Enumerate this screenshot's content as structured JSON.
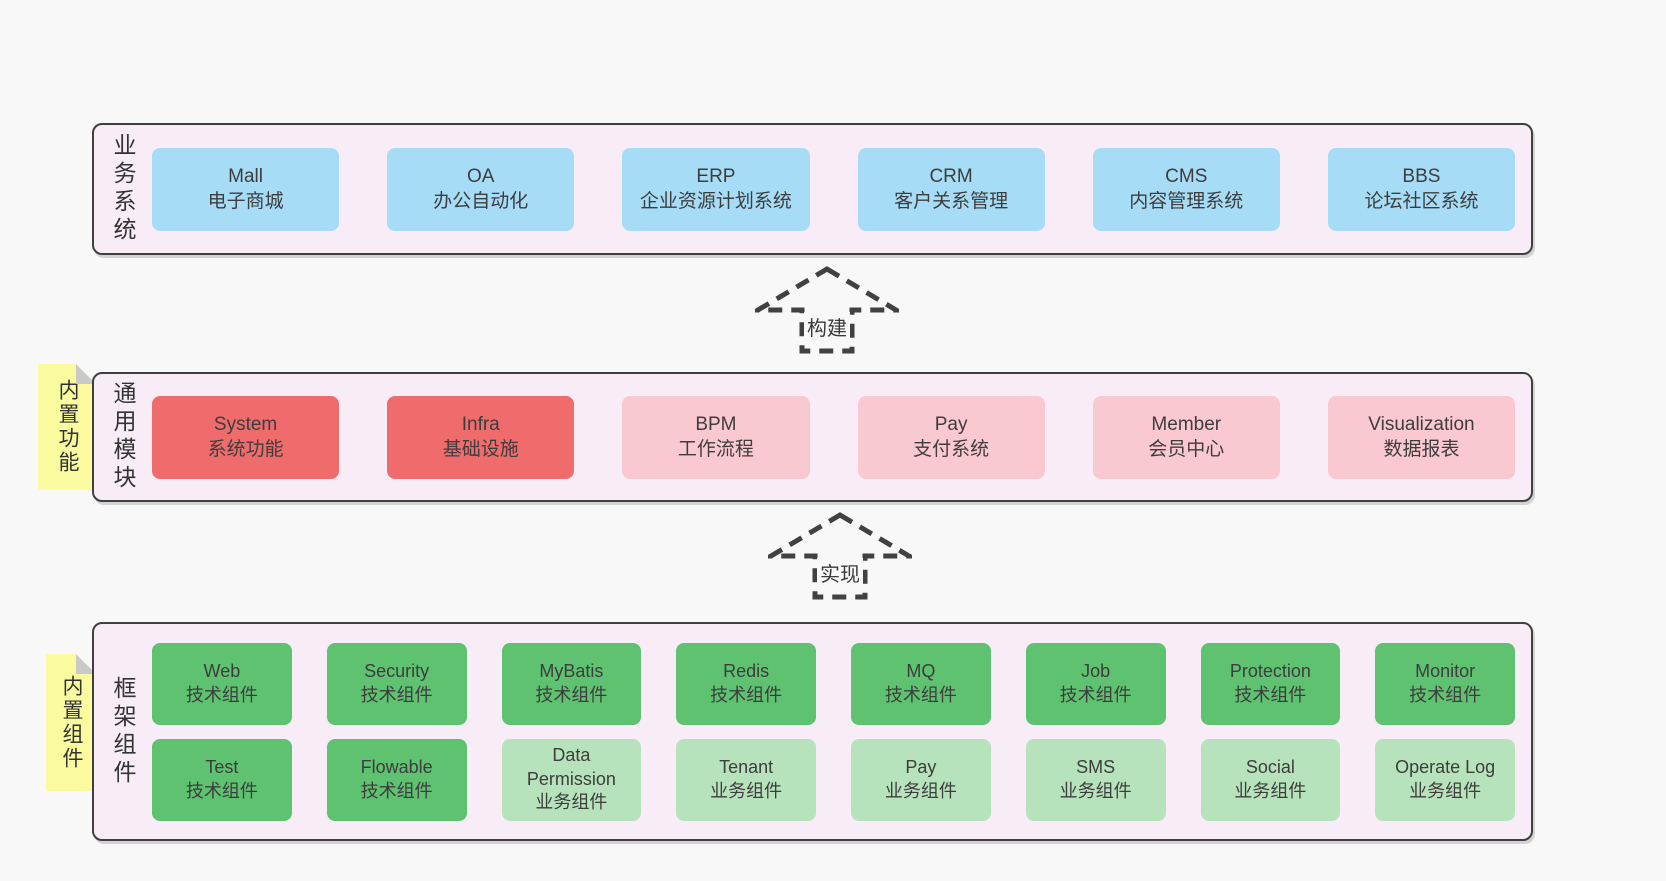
{
  "diagram": {
    "layers": [
      {
        "label": "业务系统",
        "rows": [
          [
            {
              "en": "Mall",
              "zh": "电子商城"
            },
            {
              "en": "OA",
              "zh": "办公自动化"
            },
            {
              "en": "ERP",
              "zh": "企业资源计划系统"
            },
            {
              "en": "CRM",
              "zh": "客户关系管理"
            },
            {
              "en": "CMS",
              "zh": "内容管理系统"
            },
            {
              "en": "BBS",
              "zh": "论坛社区系统"
            }
          ]
        ]
      },
      {
        "label": "通用模块",
        "note": "内置功能",
        "rows": [
          [
            {
              "en": "System",
              "zh": "系统功能"
            },
            {
              "en": "Infra",
              "zh": "基础设施"
            },
            {
              "en": "BPM",
              "zh": "工作流程"
            },
            {
              "en": "Pay",
              "zh": "支付系统"
            },
            {
              "en": "Member",
              "zh": "会员中心"
            },
            {
              "en": "Visualization",
              "zh": "数据报表"
            }
          ]
        ]
      },
      {
        "label": "框架组件",
        "note": "内置组件",
        "rows": [
          [
            {
              "en": "Web",
              "zh": "技术组件"
            },
            {
              "en": "Security",
              "zh": "技术组件"
            },
            {
              "en": "MyBatis",
              "zh": "技术组件"
            },
            {
              "en": "Redis",
              "zh": "技术组件"
            },
            {
              "en": "MQ",
              "zh": "技术组件"
            },
            {
              "en": "Job",
              "zh": "技术组件"
            },
            {
              "en": "Protection",
              "zh": "技术组件"
            },
            {
              "en": "Monitor",
              "zh": "技术组件"
            }
          ],
          [
            {
              "en": "Test",
              "zh": "技术组件"
            },
            {
              "en": "Flowable",
              "zh": "技术组件"
            },
            {
              "en": "Data Permission",
              "zh": "业务组件"
            },
            {
              "en": "Tenant",
              "zh": "业务组件"
            },
            {
              "en": "Pay",
              "zh": "业务组件"
            },
            {
              "en": "SMS",
              "zh": "业务组件"
            },
            {
              "en": "Social",
              "zh": "业务组件"
            },
            {
              "en": "Operate Log",
              "zh": "业务组件"
            }
          ]
        ]
      }
    ],
    "arrows": [
      {
        "label": "构建"
      },
      {
        "label": "实现"
      }
    ]
  },
  "colors": {
    "page_bg": "#f8f8f8",
    "layer_bg": "#f8edf7",
    "layer_border": "#404040",
    "business_box": "#a7dcf7",
    "core_module_box": "#f06c6c",
    "optional_module_box": "#fac8d0",
    "tech_component_box": "#5ec271",
    "biz_component_box": "#b7e3bc",
    "sticky_note": "#fafa9f",
    "sticky_fold": "#c9c9c9",
    "arrow_stroke": "#414141",
    "text": "#3d3d3d"
  }
}
